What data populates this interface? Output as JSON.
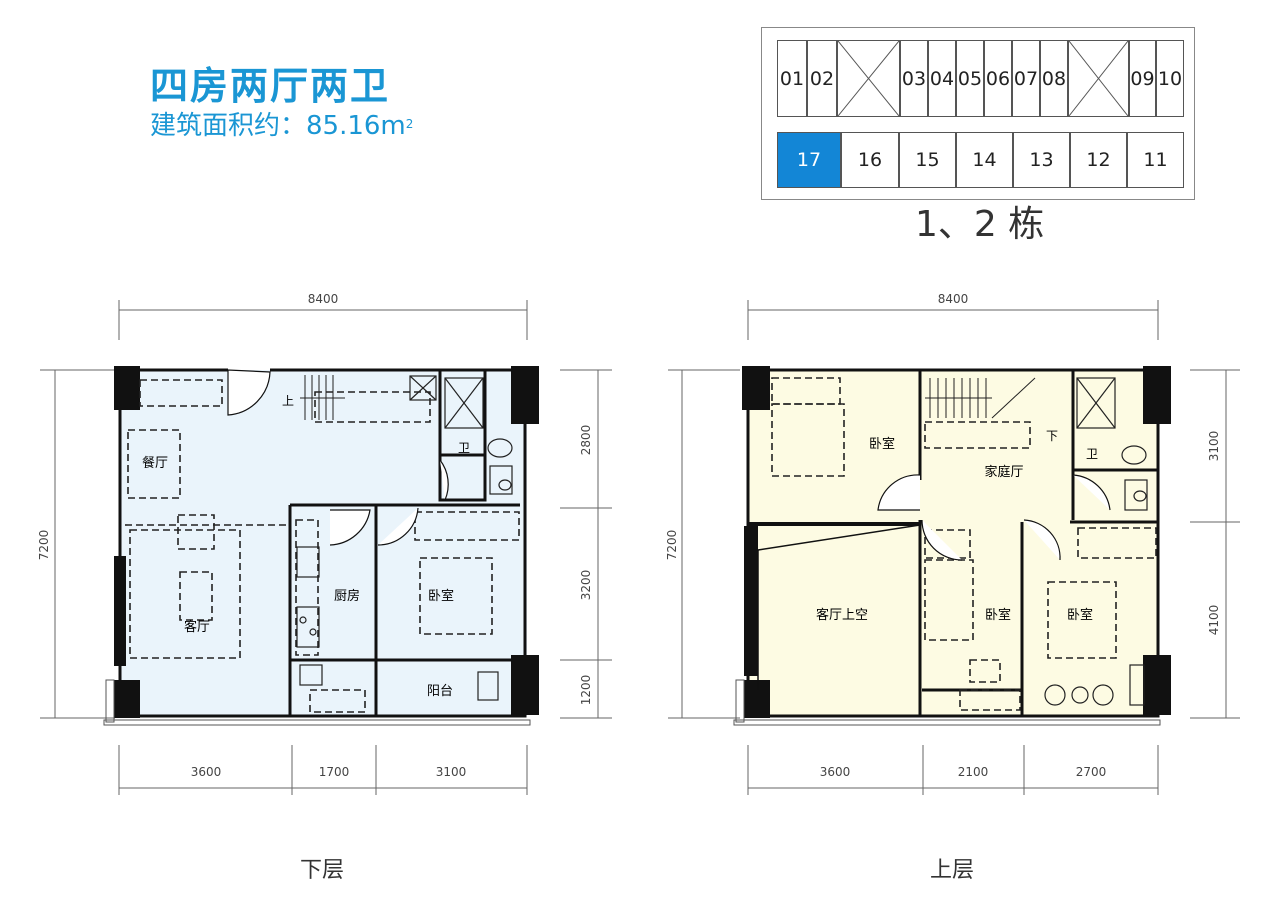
{
  "header": {
    "title": "四房两厅两卫",
    "area_label": "建筑面积约：85.16m",
    "area_sup": "2"
  },
  "keyplan": {
    "top_row": [
      "01",
      "02",
      "03",
      "04",
      "05",
      "06",
      "07",
      "08",
      "09",
      "10"
    ],
    "bottom_row": [
      "17",
      "16",
      "15",
      "14",
      "13",
      "12",
      "11"
    ],
    "active_unit": "17",
    "building_label": "1、2 栋"
  },
  "lower_floor": {
    "caption": "下层",
    "dim_top": "8400",
    "dim_left": "7200",
    "dim_right": [
      "2800",
      "3200",
      "1200"
    ],
    "dim_bottom": [
      "3600",
      "1700",
      "3100"
    ],
    "rooms": {
      "dining": "餐厅",
      "living": "客厅",
      "kitchen": "厨房",
      "bedroom": "卧室",
      "bathroom": "卫",
      "balcony": "阳台",
      "stair_up": "上"
    }
  },
  "upper_floor": {
    "caption": "上层",
    "dim_top": "8400",
    "dim_left": "7200",
    "dim_right": [
      "3100",
      "4100"
    ],
    "dim_bottom": [
      "3600",
      "2100",
      "2700"
    ],
    "rooms": {
      "bedroom_1": "卧室",
      "family_hall": "家庭厅",
      "bathroom": "卫",
      "void": "客厅上空",
      "bedroom_2": "卧室",
      "bedroom_3": "卧室",
      "stair_down": "下"
    }
  },
  "colors": {
    "accent": "#1a96d4",
    "active_unit": "#1386d6",
    "lower_fill": "#eaf4fb",
    "upper_fill": "#fdfbe3",
    "wall": "#111111"
  }
}
